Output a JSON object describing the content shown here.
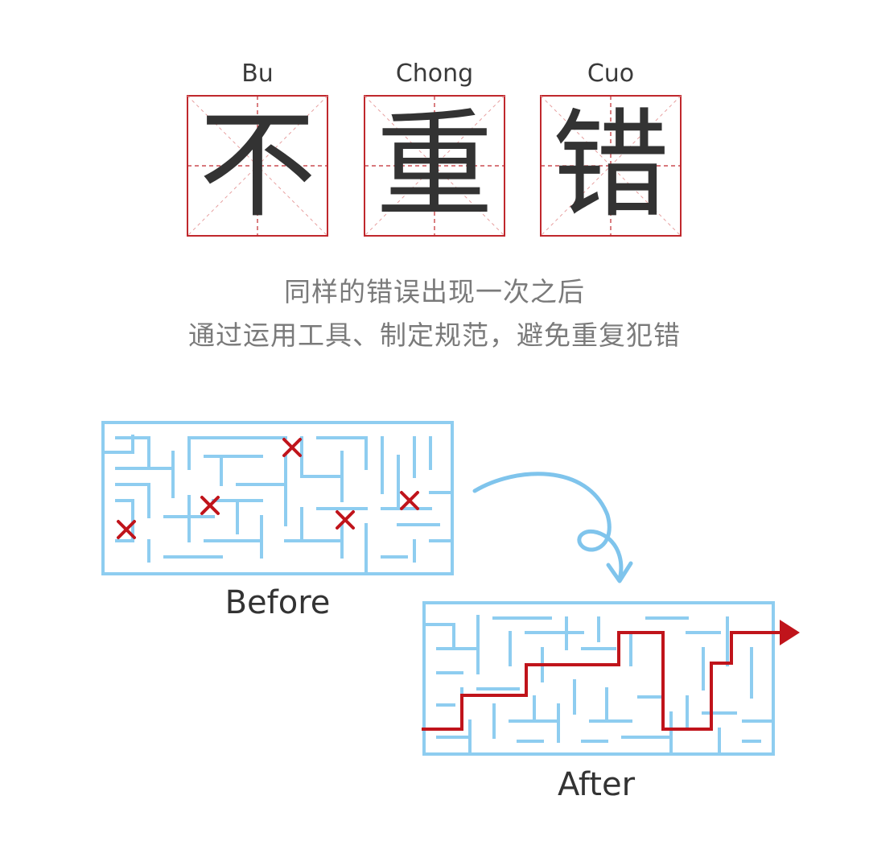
{
  "characters": [
    {
      "pinyin": "Bu",
      "hanzi": "不"
    },
    {
      "pinyin": "Chong",
      "hanzi": "重"
    },
    {
      "pinyin": "Cuo",
      "hanzi": "错"
    }
  ],
  "subtitle": {
    "line1": "同样的错误出现一次之后",
    "line2": "通过运用工具、制定规范，避免重复犯错"
  },
  "mazes": {
    "before_label": "Before",
    "after_label": "After"
  },
  "colors": {
    "grid_red": "#c0282d",
    "maze_blue": "#8ecdf0",
    "mark_red": "#c0141b",
    "arrow_blue": "#7fc4ec",
    "char_text": "#333333"
  }
}
